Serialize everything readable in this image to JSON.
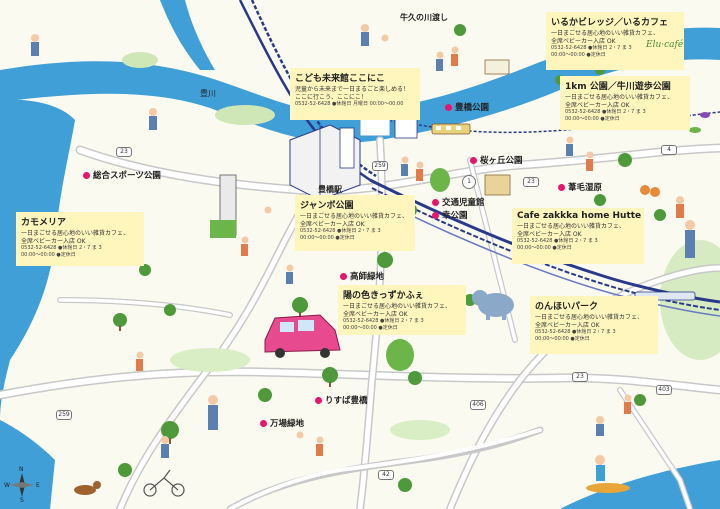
{
  "title_banner": {
    "title": "こども未来館ここにこ",
    "lines": [
      "児童から未来まで一日まるごと楽しめる！",
      "ここに行こう、ここにこ！"
    ],
    "contacts": [
      "0532-52-6428",
      "●休館日 月曜日",
      "00:00〜00:00"
    ]
  },
  "places": [
    {
      "name": "牛久の川渡し",
      "dot": false
    },
    {
      "name": "豊橋公園",
      "dot": true
    },
    {
      "name": "桜ヶ丘公園",
      "dot": true
    },
    {
      "name": "交通児童館",
      "dot": true
    },
    {
      "name": "幸公園",
      "dot": true
    },
    {
      "name": "葦毛湿原",
      "dot": true
    },
    {
      "name": "総合スポーツ公園",
      "dot": true
    },
    {
      "name": "高師緑地",
      "dot": true
    },
    {
      "name": "りすぱ豊橋",
      "dot": true
    },
    {
      "name": "万場緑地",
      "dot": true
    },
    {
      "name": "豊橋駅",
      "dot": false
    },
    {
      "name": "豊川",
      "dot": false
    }
  ],
  "cafes": [
    {
      "title": "いるかビレッジ／いるカフェ",
      "desc": [
        "一日まごせる居心地のいい雑貨カフェ、",
        "全席ベビーカー入店 OK"
      ],
      "info": [
        "0532-52-6428",
        "●休館日 2・7 ま 3",
        "00:00〜00:00",
        "●定休日"
      ]
    },
    {
      "title": "1km 公園／牛川遊歩公園",
      "desc": [
        "一日まごせる居心地のいい雑貨カフェ、",
        "全席ベビーカー入店 OK"
      ],
      "info": [
        "0532-52-6428",
        "●休館日 2・7 ま 3",
        "00:00〜00:00",
        "●定休日"
      ]
    },
    {
      "title": "ジャンボ公園",
      "desc": [
        "一日まごせる居心地のいい雑貨カフェ、",
        "全席ベビーカー入店 OK"
      ],
      "info": [
        "0532-52-6428",
        "●休館日 2・7 ま 3",
        "00:00〜00:00",
        "●定休日"
      ]
    },
    {
      "title": "カモメリア",
      "desc": [
        "一日まごせる居心地のいい雑貨カフェ、",
        "全席ベビーカー入店 OK"
      ],
      "info": [
        "0532-52-6428",
        "●休館日 2・7 ま 3",
        "00:00〜00:00",
        "●定休日"
      ]
    },
    {
      "title": "Cafe zakkka home Hutte",
      "desc": [
        "一日まごせる居心地のいい雑貨カフェ、",
        "全席ベビーカー入店 OK"
      ],
      "info": [
        "0532-52-6428",
        "●休館日 2・7 ま 3",
        "00:00〜00:00",
        "●定休日"
      ]
    },
    {
      "title": "陽の色きっずかふぇ",
      "desc": [
        "一日まごせる居心地のいい雑貨カフェ、",
        "全席ベビーカー入店 OK"
      ],
      "info": [
        "0532-52-6428",
        "●休館日 2・7 ま 3",
        "00:00〜00:00",
        "●定休日"
      ]
    },
    {
      "title": "のんほいパーク",
      "desc": [
        "一日まごせる居心地のいい雑貨カフェ、",
        "全席ベビーカー入店 OK"
      ],
      "info": [
        "0532-52-6428",
        "●休館日 2・7 ま 3",
        "00:00〜00:00",
        "●定休日"
      ]
    }
  ],
  "roads": [
    "23",
    "259",
    "1",
    "4",
    "23",
    "259",
    "406",
    "23",
    "42",
    "403"
  ],
  "logo_text": "Elu·café",
  "compass": [
    "N",
    "E",
    "W",
    "S"
  ],
  "colors": {
    "water": "#3f9fd6",
    "road": "#ffffff",
    "road_edge": "#c8c8c8",
    "rail": "#2a3a8a",
    "park": "#e8156e",
    "card": "#fff6bd",
    "land": "#fbfaf1",
    "green": "#6cb548"
  },
  "icons": [
    "tree-icon",
    "person-icon",
    "car-icon",
    "train-icon",
    "building-icon",
    "bicycle-icon",
    "dog-icon",
    "elephant-icon",
    "pin-icon",
    "compass-icon"
  ]
}
